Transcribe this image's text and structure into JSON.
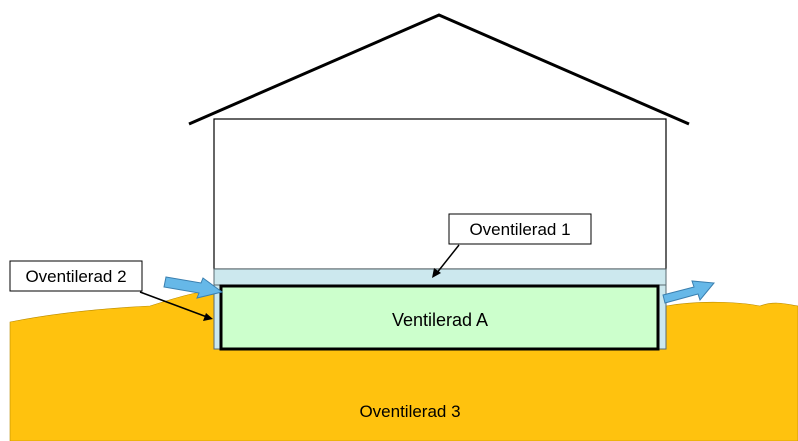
{
  "labels": {
    "unventilated_1": "Oventilerad 1",
    "unventilated_2": "Oventilerad 2",
    "unventilated_3": "Oventilerad 3",
    "ventilated_a": "Ventilerad A"
  },
  "colors": {
    "ground": "#FFC20E",
    "crawlspace_fill": "#CCFFCC",
    "floor_layer": "#CCE8EE",
    "airflow_arrow": "#66B8E8",
    "outline": "#000000",
    "background": "#FFFFFF"
  }
}
